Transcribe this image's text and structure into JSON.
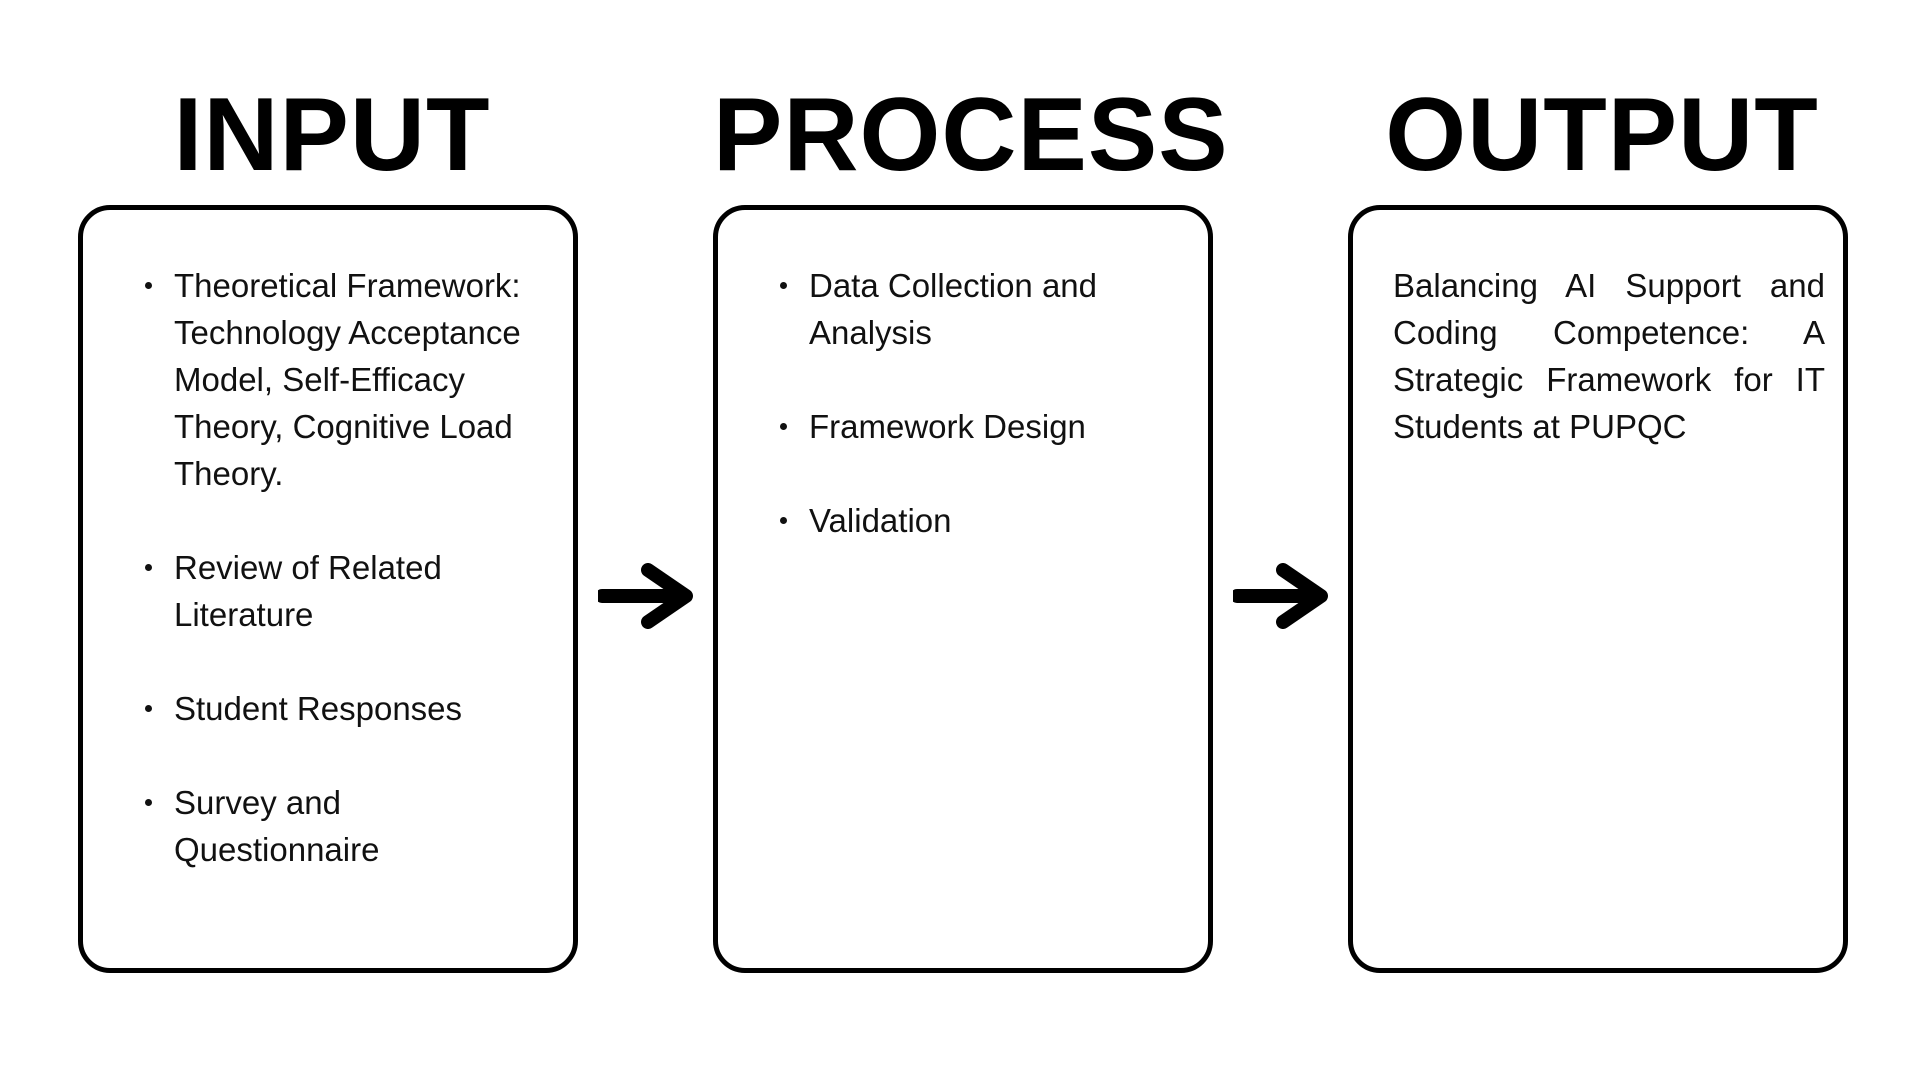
{
  "diagram": {
    "input": {
      "heading": "INPUT",
      "items": [
        "Theoretical Framework: Technology Acceptance Model, Self-Efficacy Theory, Cognitive Load Theory.",
        "Review of Related Literature",
        "Student Responses",
        "Survey and Questionnaire"
      ]
    },
    "process": {
      "heading": "PROCESS",
      "items": [
        "Data Collection and Analysis",
        "Framework Design",
        "Validation"
      ]
    },
    "output": {
      "heading": "OUTPUT",
      "text": "Balancing AI Support and Coding Competence: A Strategic Framework for IT Students at PUPQC"
    },
    "arrows": [
      "right-arrow-icon",
      "right-arrow-icon"
    ],
    "colors": {
      "stroke": "#000000",
      "text": "#111111",
      "background": "#ffffff"
    }
  }
}
